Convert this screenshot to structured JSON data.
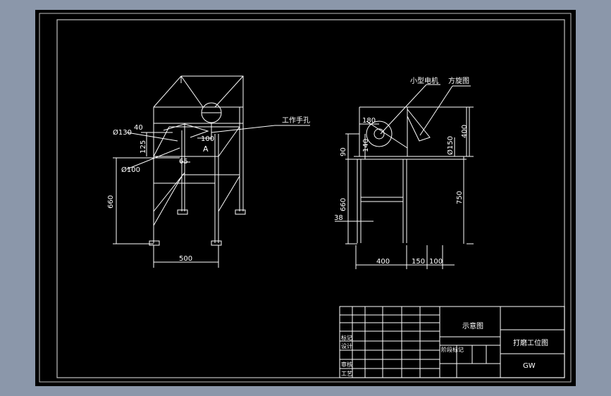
{
  "colors": {
    "background": "#8b97aa",
    "paper": "#000000",
    "line": "#ffffff",
    "frame": "#c0c0c0"
  },
  "left_view": {
    "dims": {
      "d40": "40",
      "d130": "Ø130",
      "d125": "125",
      "d100_right": "100",
      "d100_dia": "Ø100",
      "d65": "65",
      "d660": "660",
      "d500": "500",
      "section": "A"
    },
    "callout_label": "工作手孔"
  },
  "right_view": {
    "dims": {
      "d180": "180",
      "d400_v": "400",
      "d90": "90",
      "d140": "140",
      "d150_dia": "Ø150",
      "d660": "660",
      "d750": "750",
      "d38": "38",
      "d400_h": "400",
      "d150_h": "150",
      "d100_h": "100"
    },
    "callouts": {
      "motor": "小型电机",
      "flange": "方旋图"
    }
  },
  "title_block": {
    "diagram_title": "示意图",
    "drawing_name": "打磨工位图",
    "code": "GW",
    "labels": {
      "mark": "标记",
      "design": "设计",
      "review": "审核",
      "process": "工艺",
      "stage_mark": "阶段标记"
    }
  }
}
